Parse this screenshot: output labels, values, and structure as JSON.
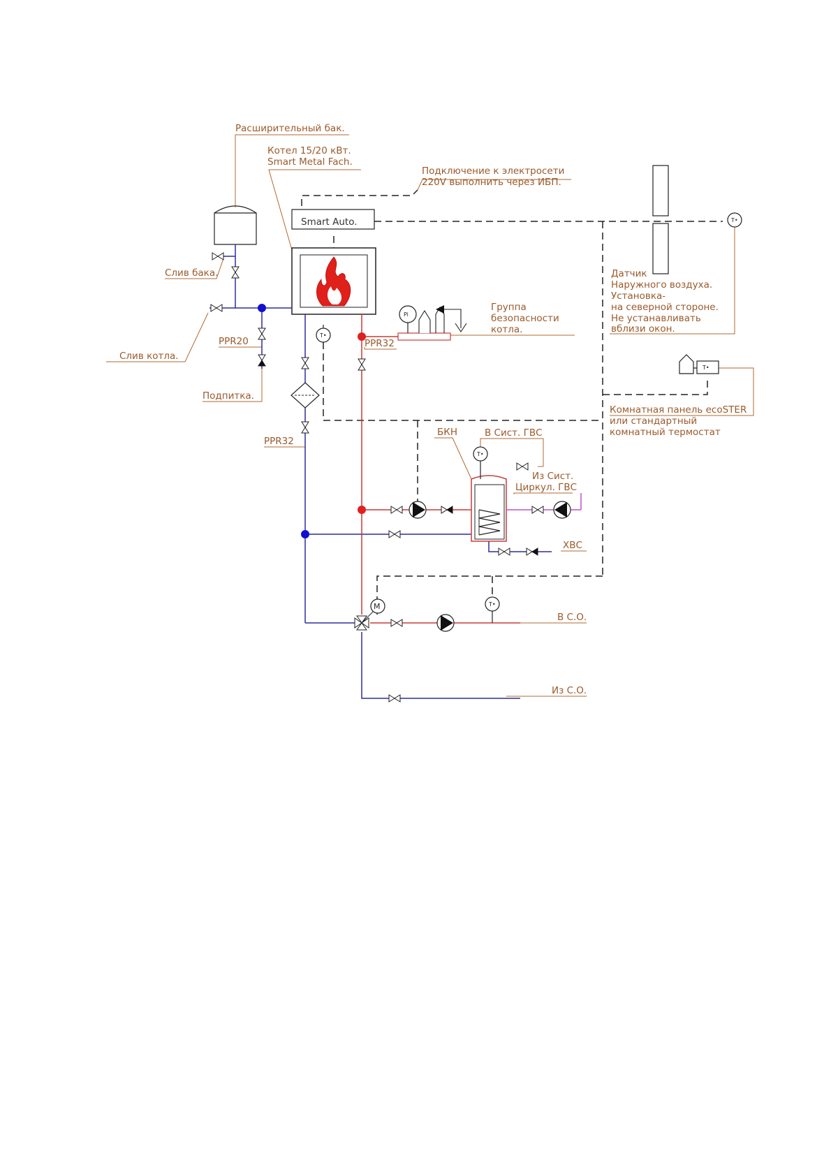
{
  "labels": {
    "expansion_tank": "Расширительный бак.",
    "boiler_line1": "Котел 15/20 кВт.",
    "boiler_line2": "Smart Metal Fach.",
    "power_line1": "Подключение к электросети",
    "power_line2": "220V выполнить через ИБП.",
    "controller": "Smart Auto.",
    "tank_drain": "Слив бака.",
    "boiler_drain": "Слив котла.",
    "ppr20": "PPR20",
    "makeup": "Подпитка.",
    "ppr32_left": "PPR32",
    "ppr32_right": "PPR32",
    "safety_line1": "Группа",
    "safety_line2": "безопасности",
    "safety_line3": "котла.",
    "outdoor_line1": "Датчик",
    "outdoor_line2": "Наружного воздуха.",
    "outdoor_line3": "Установка-",
    "outdoor_line4": "на северной стороне.",
    "outdoor_line5": "Не устанавливать",
    "outdoor_line6": "вблизи окон.",
    "room_line1": "Комнатная панель ecoSTER",
    "room_line2": "или стандартный",
    "room_line3": "комнатный термостат",
    "bkn": "БКН",
    "dhw_to": "В Сист. ГВС",
    "dhw_circ_line1": "Из Сист.",
    "dhw_circ_line2": "Циркул. ГВС",
    "cold_water": "ХВС",
    "heating_supply": "В С.О.",
    "heating_return": "Из С.О.",
    "pi": "Pi",
    "motor": "M",
    "temp_symbol": "T•"
  },
  "colors": {
    "annotation": "#9a5a2c",
    "return_pipe": "#2b2f9c",
    "supply_pipe": "#c83a3a",
    "circulation_pipe": "#c050c8",
    "flame": "#e0201a"
  },
  "icons": [
    "flame-icon",
    "pump-icon",
    "valve-icon",
    "check-valve-icon",
    "thermometer-icon",
    "pressure-gauge-icon",
    "filter-icon",
    "three-way-valve-icon",
    "motor-icon",
    "house-icon"
  ]
}
